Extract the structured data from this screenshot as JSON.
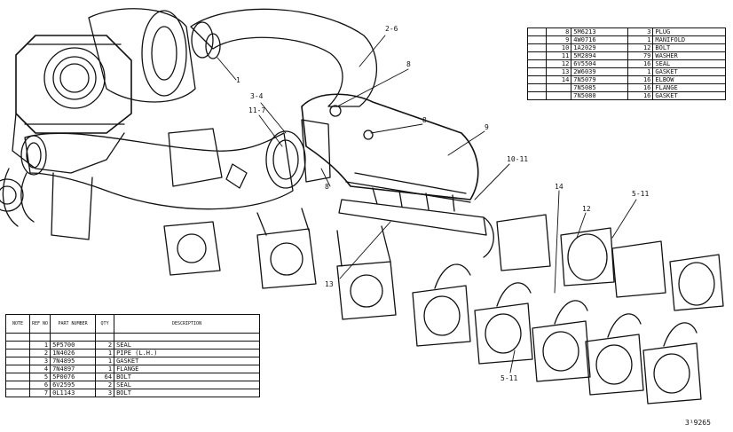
{
  "callouts": [
    "1",
    "2-6",
    "8",
    "8",
    "9",
    "3-4",
    "11-7",
    "8",
    "10-11",
    "14",
    "12",
    "5-11",
    "13",
    "5-11"
  ],
  "left_table": {
    "headers": [
      "NOTE",
      "REF NO",
      "PART NUMBER",
      "QTY",
      "DESCRIPTION"
    ],
    "rows": [
      {
        "ref": "1",
        "part": "5P5700",
        "qty": "2",
        "desc": "SEAL"
      },
      {
        "ref": "2",
        "part": "1N4026",
        "qty": "1",
        "desc": "PIPE (L.H.)"
      },
      {
        "ref": "3",
        "part": "7N4895",
        "qty": "1",
        "desc": "GASKET"
      },
      {
        "ref": "4",
        "part": "7N4897",
        "qty": "1",
        "desc": "FLANGE"
      },
      {
        "ref": "5",
        "part": "5P0076",
        "qty": "64",
        "desc": "BOLT"
      },
      {
        "ref": "6",
        "part": "6V2595",
        "qty": "2",
        "desc": "SEAL"
      },
      {
        "ref": "7",
        "part": "0L1143",
        "qty": "3",
        "desc": "BOLT"
      }
    ]
  },
  "right_table": {
    "rows": [
      {
        "ref": "8",
        "part": "5M6213",
        "qty": "3",
        "desc": "PLUG"
      },
      {
        "ref": "9",
        "part": "4W0716",
        "qty": "1",
        "desc": "MANIFOLD"
      },
      {
        "ref": "10",
        "part": "1A2029",
        "qty": "12",
        "desc": "BOLT"
      },
      {
        "ref": "11",
        "part": "5M2894",
        "qty": "79",
        "desc": "WASHER"
      },
      {
        "ref": "12",
        "part": "6V5504",
        "qty": "16",
        "desc": "SEAL"
      },
      {
        "ref": "13",
        "part": "2W6039",
        "qty": "1",
        "desc": "GASKET"
      },
      {
        "ref": "14",
        "part": "7N5079",
        "qty": "16",
        "desc": "ELBOW"
      },
      {
        "ref": "",
        "part": "7N5085",
        "qty": "16",
        "desc": "FLANGE"
      },
      {
        "ref": "",
        "part": "7N5080",
        "qty": "16",
        "desc": "GASKET"
      }
    ]
  },
  "illustration_code": "3¹9265"
}
